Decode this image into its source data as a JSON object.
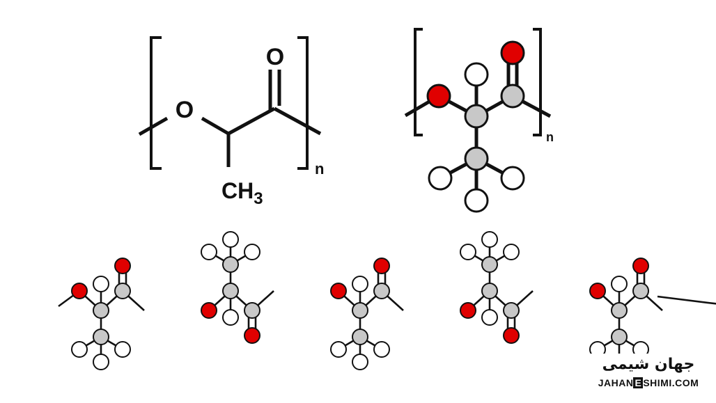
{
  "structural_formula": {
    "atom_oxygen_ring": "O",
    "atom_oxygen_carbonyl": "O",
    "methyl_main": "CH",
    "methyl_subscript": "3",
    "repeat_subscript": "n"
  },
  "ball_model": {
    "repeat_subscript": "n"
  },
  "colors": {
    "oxygen": "#e00000",
    "carbon": "#c8c8c8",
    "hydrogen": "#ffffff",
    "bond": "#111111"
  },
  "logo": {
    "script_text": "جهان شیمی",
    "text_before": "JAHAN",
    "text_highlight": "E",
    "text_after": "SHIMI.COM"
  }
}
